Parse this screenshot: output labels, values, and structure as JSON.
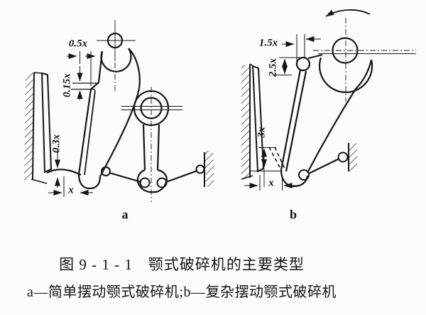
{
  "figure": {
    "caption": {
      "line1": "图 9 - 1 - 1　颚式破碎机的主要类型",
      "line2": "a—简单摆动颚式破碎机;b—复杂摆动颚式破碎机"
    },
    "diagram_a": {
      "label": "a",
      "dim_top_throw": "0.5x",
      "dim_step": "0.15x",
      "dim_lower_gap": "0.3x",
      "dim_discharge": "x"
    },
    "diagram_b": {
      "label": "b",
      "dim_top_throw": "1.5x",
      "dim_top_vertical": "2.5x",
      "dim_lower_vertical": "3x",
      "dim_discharge": "x"
    }
  }
}
